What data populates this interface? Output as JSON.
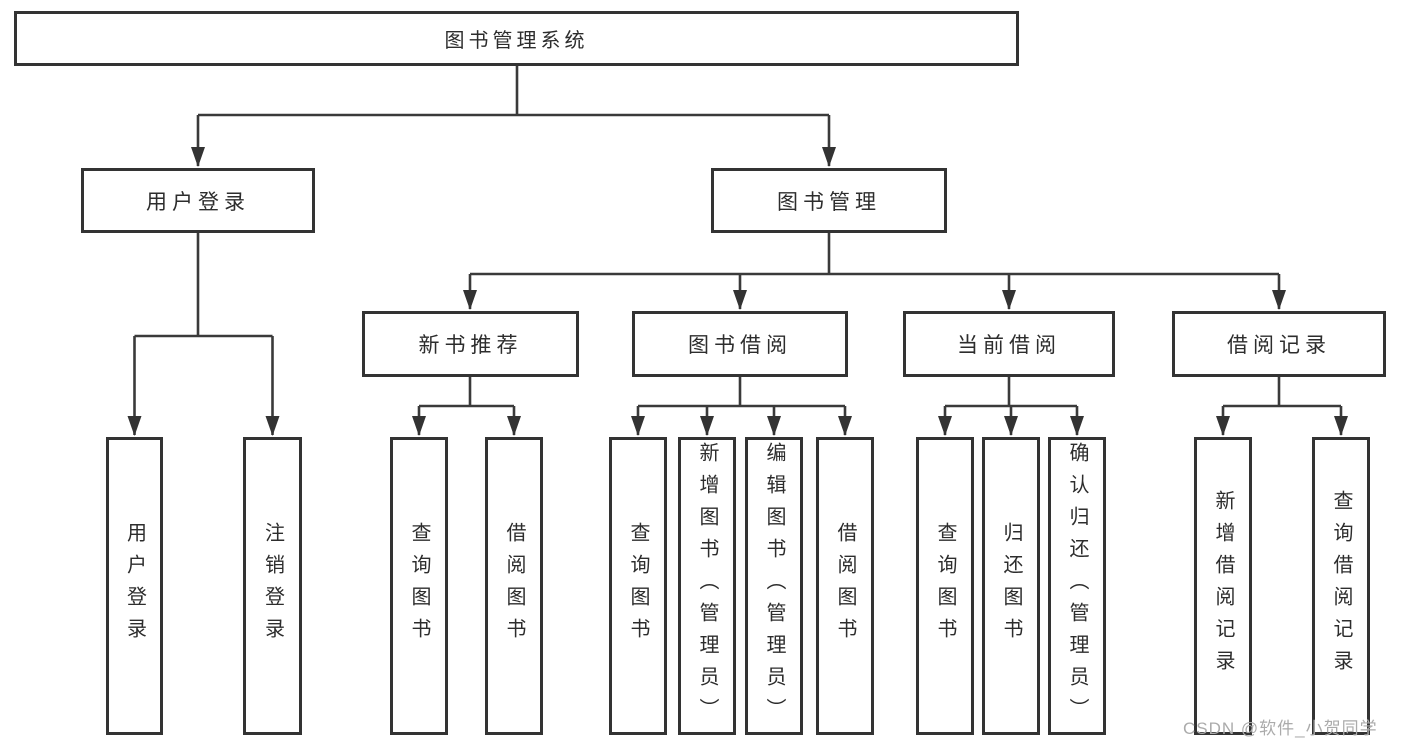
{
  "diagram_title": "图书管理系统",
  "tree": {
    "root": {
      "label": "图书管理系统",
      "children": [
        {
          "label": "用户登录",
          "children": [
            {
              "label": "用户登录"
            },
            {
              "label": "注销登录"
            }
          ]
        },
        {
          "label": "图书管理",
          "children": [
            {
              "label": "新书推荐",
              "children": [
                {
                  "label": "查询图书"
                },
                {
                  "label": "借阅图书"
                }
              ]
            },
            {
              "label": "图书借阅",
              "children": [
                {
                  "label": "查询图书"
                },
                {
                  "label": "新增图书（管理员）"
                },
                {
                  "label": "编辑图书（管理员）"
                },
                {
                  "label": "借阅图书"
                }
              ]
            },
            {
              "label": "当前借阅",
              "children": [
                {
                  "label": "查询图书"
                },
                {
                  "label": "归还图书"
                },
                {
                  "label": "确认归还（管理员）"
                }
              ]
            },
            {
              "label": "借阅记录",
              "children": [
                {
                  "label": "新增借阅记录"
                },
                {
                  "label": "查询借阅记录"
                }
              ]
            }
          ]
        }
      ]
    }
  },
  "watermark": {
    "text": "CSDN @软件_小贺同学"
  },
  "colors": {
    "line": "#3a3a3a",
    "box_border": "#333333",
    "text": "#2d2d2d",
    "watermark": "#ababab",
    "background": "#ffffff"
  }
}
